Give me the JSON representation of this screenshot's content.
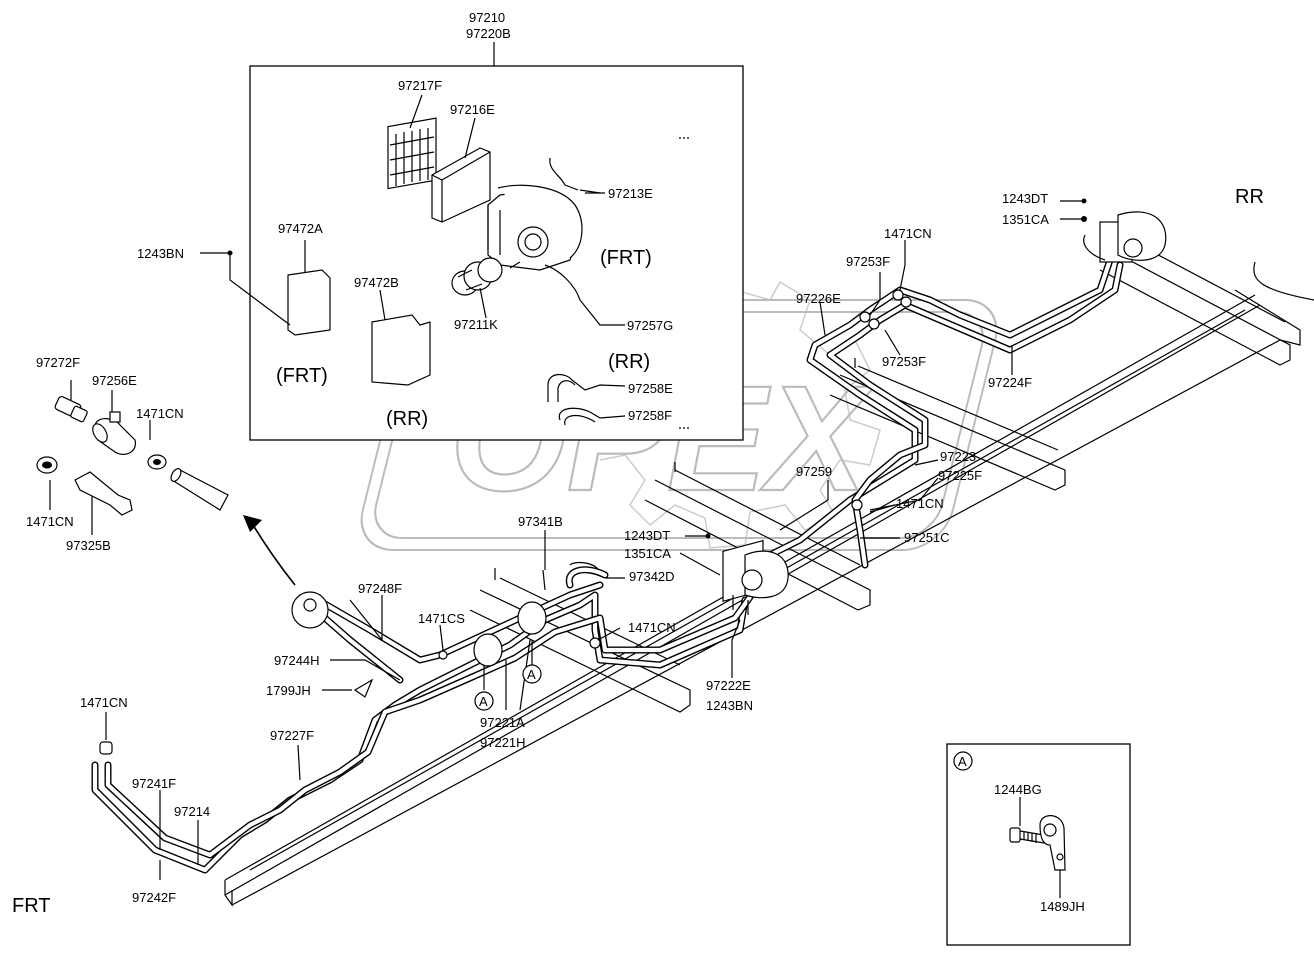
{
  "orientation": {
    "front": "FRT",
    "rear": "RR"
  },
  "watermark": "OPEX",
  "inset_top": {
    "labels": [
      "97210",
      "97220B"
    ],
    "parts": {
      "p97217F": "97217F",
      "p97216E": "97216E",
      "p97213E": "97213E",
      "p97472A": "97472A",
      "p97472B": "97472B",
      "p97211K": "97211K",
      "p97257G": "97257G",
      "p97258E": "97258E",
      "p97258F": "97258F"
    },
    "frt_label_1": "(FRT)",
    "frt_label_2": "(FRT)",
    "rr_label_1": "(RR)",
    "rr_label_2": "(RR)"
  },
  "inset_a": {
    "marker": "A",
    "bolt": "1244BG",
    "clamp": "1489JH"
  },
  "left_parts": {
    "p97272F": "97272F",
    "p97256E": "97256E",
    "p1471CN_a": "1471CN",
    "p1471CN_b": "1471CN",
    "p97325B": "97325B"
  },
  "main": {
    "p1243BN_top": "1243BN",
    "p97248F": "97248F",
    "p1471CS": "1471CS",
    "p97244H": "97244H",
    "p1799JH": "1799JH",
    "p97227F": "97227F",
    "p1471CN_front": "1471CN",
    "p97241F": "97241F",
    "p97214": "97214",
    "p97242F": "97242F",
    "p97221A": "97221A",
    "p97221H": "97221H",
    "marker_a1": "A",
    "marker_a2": "A",
    "p97341B": "97341B",
    "p97342D": "97342D",
    "p1243DT_mid": "1243DT",
    "p1351CA_mid": "1351CA",
    "p1471CN_mid": "1471CN",
    "p97222E": "97222E",
    "p1243BN_mid": "1243BN",
    "p97259": "97259",
    "p97223": "97223",
    "p97225F": "97225F",
    "p1471CN_r": "1471CN",
    "p97251C": "97251C",
    "p97226E": "97226E",
    "p97253F_a": "97253F",
    "p97253F_b": "97253F",
    "p1471CN_top": "1471CN",
    "p97224F": "97224F",
    "p1243DT_rr": "1243DT",
    "p1351CA_rr": "1351CA"
  }
}
